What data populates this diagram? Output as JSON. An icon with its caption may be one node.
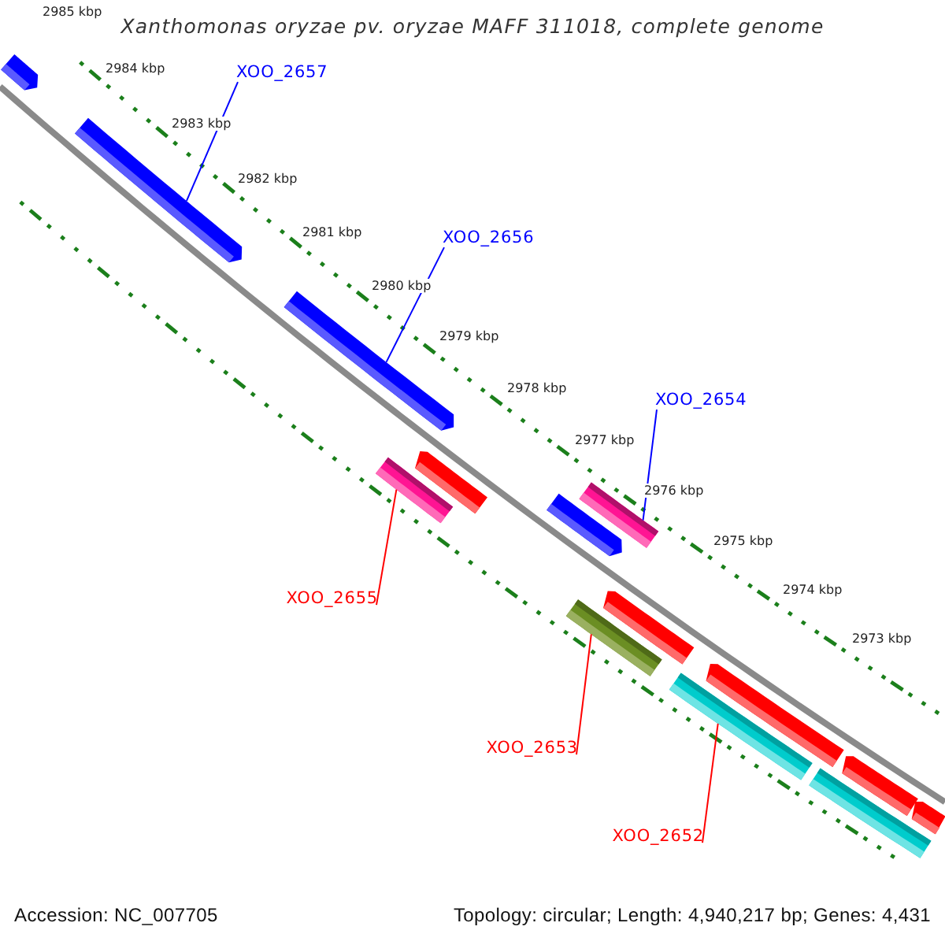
{
  "diagram": {
    "title": "Xanthomonas oryzae pv. oryzae MAFF 311018, complete genome",
    "nodes": [
      {
        "text": [],
        "shape": "bar"
      },
      {
        "text": [
          "XOO_2657"
        ]
      },
      {
        "text": [],
        "shape": "bar"
      },
      {
        "text": [
          "XOO_2656"
        ]
      },
      {
        "text": [],
        "shape": "bar"
      },
      {
        "text": [
          "XOO_2654"
        ]
      },
      {
        "text": [],
        "shape": "bar"
      },
      {
        "text": [],
        "shape": "bar"
      },
      {
        "text": [],
        "shape": "bar"
      },
      {
        "text": [],
        "shape": "bar"
      },
      {
        "text": [
          "XOO_2655"
        ]
      },
      {
        "text": [],
        "shape": "bar"
      },
      {
        "text": [],
        "shape": "bar"
      },
      {
        "text": [],
        "shape": "bar"
      },
      {
        "text": [],
        "shape": "bar"
      },
      {
        "text": [
          "XOO_2653"
        ]
      },
      {
        "text": [],
        "shape": "bar"
      },
      {
        "text": [],
        "shape": "bar"
      },
      {
        "text": [],
        "shape": "bar"
      },
      {
        "text": [
          "XOO_2652"
        ]
      }
    ],
    "edges": [
      {
        "from": 1,
        "to": 2,
        "arrow": "none",
        "color": "#0000ff"
      },
      {
        "from": 3,
        "to": 4,
        "arrow": "none",
        "color": "#0000ff"
      },
      {
        "from": 5,
        "to": 8,
        "arrow": "none",
        "color": "#0000ff"
      },
      {
        "from": 10,
        "to": 7,
        "arrow": "none",
        "color": "#ff0000"
      },
      {
        "from": 15,
        "to": 12,
        "arrow": "none",
        "color": "#ff0000"
      },
      {
        "from": 19,
        "to": 14,
        "arrow": "none",
        "color": "#ff0000"
      }
    ],
    "labels": [
      "2985 kbp",
      "2984 kbp",
      "2983 kbp",
      "2982 kbp",
      "2981 kbp",
      "2980 kbp",
      "2979 kbp",
      "2978 kbp",
      "2977 kbp",
      "2976 kbp",
      "2975 kbp",
      "2974 kbp",
      "2973 kbp",
      "Accession: NC_007705",
      "Topology: circular; Length: 4,940,217 bp; Genes: 4,431"
    ]
  }
}
